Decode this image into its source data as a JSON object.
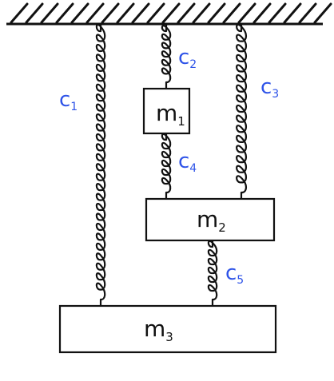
{
  "masses": {
    "m1": {
      "letter": "m",
      "sub": "1"
    },
    "m2": {
      "letter": "m",
      "sub": "2"
    },
    "m3": {
      "letter": "m",
      "sub": "3"
    }
  },
  "springs": {
    "c1": {
      "letter": "c",
      "sub": "1"
    },
    "c2": {
      "letter": "c",
      "sub": "2"
    },
    "c3": {
      "letter": "c",
      "sub": "3"
    },
    "c4": {
      "letter": "c",
      "sub": "4"
    },
    "c5": {
      "letter": "c",
      "sub": "5"
    }
  },
  "colors": {
    "ink": "#111111",
    "label_blue": "#2f54e8",
    "background": "#ffffff"
  }
}
